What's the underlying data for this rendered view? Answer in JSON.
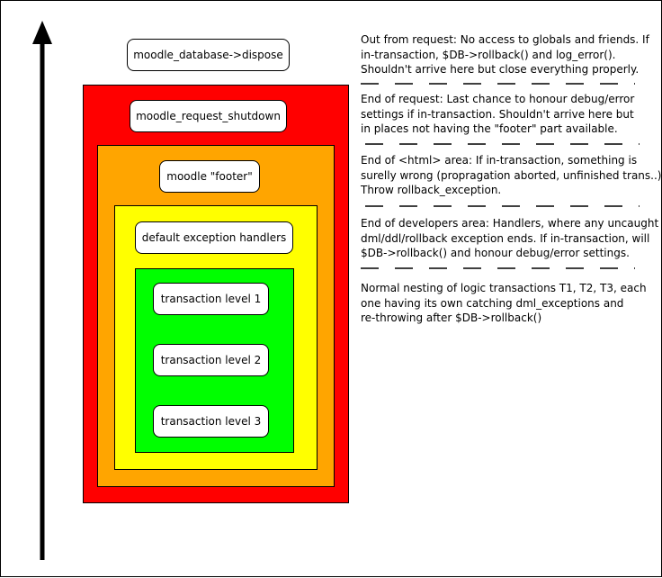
{
  "colors": {
    "outer": "#ff0000",
    "middle": "#ffa500",
    "inner": "#ffff00",
    "core": "#00ff00",
    "stroke": "#000000"
  },
  "labels": {
    "dispose": "moodle_database->dispose",
    "shutdown": "moodle_request_shutdown",
    "footer": "moodle \"footer\"",
    "handlers": "default exception handlers",
    "t1": "transaction level 1",
    "t2": "transaction level 2",
    "t3": "transaction level 3"
  },
  "notes": [
    {
      "lines": [
        "Out from request: No access to globals and friends. If",
        "in-transaction, $DB->rollback() and log_error().",
        "Shouldn't arrive here but close everything properly."
      ]
    },
    {
      "lines": [
        "End of request: Last chance to honour debug/error",
        "settings if in-transaction. Shouldn't arrive here but",
        "in places not having the \"footer\" part available."
      ]
    },
    {
      "lines": [
        "End of <html> area: If in-transaction, something is",
        "surelly wrong (propragation aborted, unfinished trans..)",
        "Throw rollback_exception."
      ]
    },
    {
      "lines": [
        "End of developers area: Handlers, where any uncaught",
        "dml/ddl/rollback exception ends. If in-transaction, will",
        "$DB->rollback() and honour debug/error settings."
      ]
    },
    {
      "lines": [
        "Normal nesting of logic transactions T1, T2, T3, each",
        "one having its own catching dml_exceptions and",
        "re-throwing after $DB->rollback()"
      ]
    }
  ]
}
